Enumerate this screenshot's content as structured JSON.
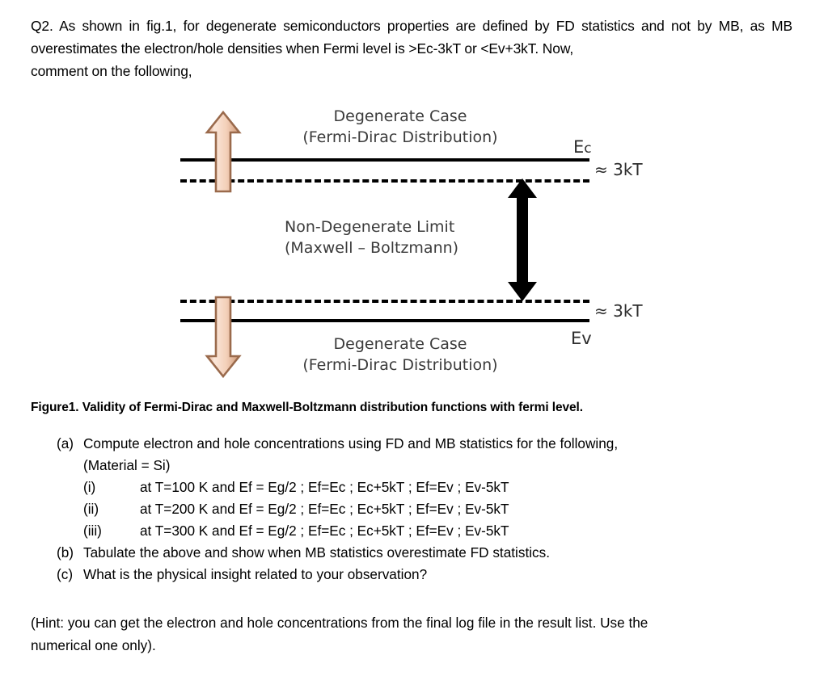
{
  "question": {
    "intro_line1": "Q2. As shown in fig.1, for degenerate semiconductors properties are defined by FD statistics and not by MB, as MB overestimates the electron/hole densities when Fermi level is >Ec-3kT or <Ev+3kT. Now,",
    "intro_line2": "comment on the following,"
  },
  "figure": {
    "top_label_line1": "Degenerate Case",
    "top_label_line2": "(Fermi-Dirac Distribution)",
    "middle_label_line1": "Non-Degenerate Limit",
    "middle_label_line2": "(Maxwell – Boltzmann)",
    "bottom_label_line1": "Degenerate Case",
    "bottom_label_line2": "(Fermi-Dirac Distribution)",
    "ec_label_main": "E",
    "ec_label_sub": "c",
    "ev_label": "Ev",
    "kt_top": "≈ 3kT",
    "kt_bottom": "≈ 3kT",
    "arrow_up_name": "up-arrow-icon",
    "arrow_down_name": "down-arrow-icon",
    "arrow_double_name": "double-headed-arrow-icon",
    "colors": {
      "arrow_outline": "#9a6a4c",
      "arrow_fill_light": "#fbe7da",
      "arrow_fill_mid": "#f0c6a8",
      "arrow_fill_dark": "#d9a081",
      "band_line": "#000000",
      "label_text": "#3b3b3b"
    }
  },
  "caption": {
    "text": "Figure1. Validity of Fermi-Dirac and Maxwell-Boltzmann distribution functions with fermi level."
  },
  "items": [
    {
      "marker": "(a)",
      "text": "Compute electron and hole concentrations using FD and MB statistics for the following,",
      "text_line2": "(Material = Si)",
      "subitems": [
        {
          "marker": "(i)",
          "text": "at T=100 K and Ef = Eg/2 ; Ef=Ec ; Ec+5kT ; Ef=Ev ; Ev-5kT"
        },
        {
          "marker": "(ii)",
          "text": "at T=200 K and Ef = Eg/2 ; Ef=Ec ; Ec+5kT ; Ef=Ev ; Ev-5kT"
        },
        {
          "marker": "(iii)",
          "text": "at T=300 K and Ef = Eg/2 ; Ef=Ec ; Ec+5kT ; Ef=Ev ; Ev-5kT"
        }
      ]
    },
    {
      "marker": "(b)",
      "text": "Tabulate the above and show when MB statistics overestimate FD statistics.",
      "text_line2": "",
      "subitems": []
    },
    {
      "marker": "(c)",
      "text": "What is the physical insight related to your observation?",
      "text_line2": "",
      "subitems": []
    }
  ],
  "hint": {
    "line1": "(Hint: you can get the electron and hole concentrations from the final log file in the result list. Use the",
    "line2": "numerical one only)."
  }
}
